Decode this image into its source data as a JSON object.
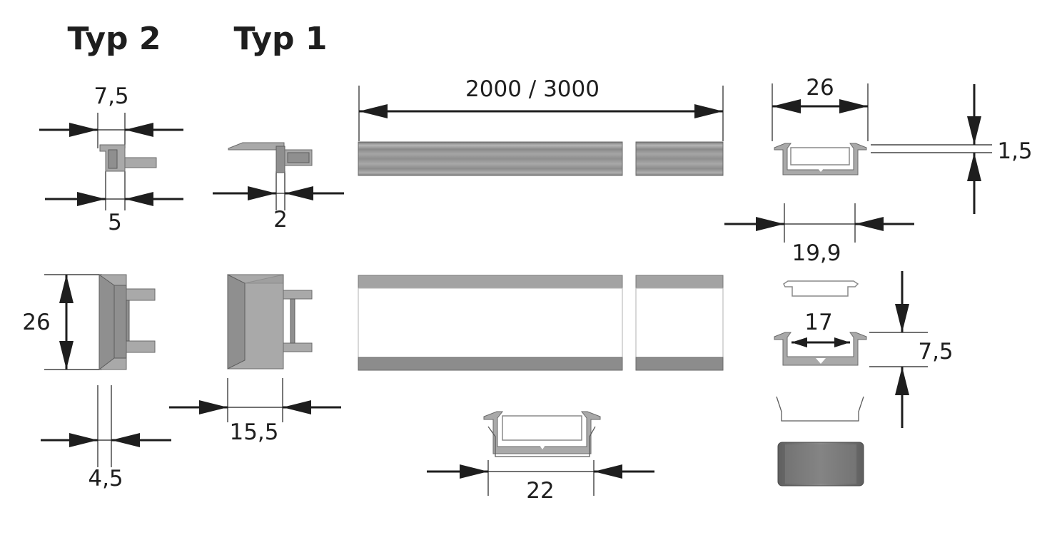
{
  "titles": {
    "typ2": "Typ 2",
    "typ1": "Typ 1"
  },
  "dimensions": {
    "typ2_top_width": "7,5",
    "typ2_top_inner": "5",
    "typ1_top": "2",
    "length": "2000 / 3000",
    "profile_width": "26",
    "flange_thickness": "1,5",
    "profile_bottom_width": "19,9",
    "cap_height": "26",
    "typ2_cap_depth": "4,5",
    "typ1_cap_depth": "15,5",
    "channel_width": "22",
    "inner_width": "17",
    "profile_height": "7,5"
  }
}
